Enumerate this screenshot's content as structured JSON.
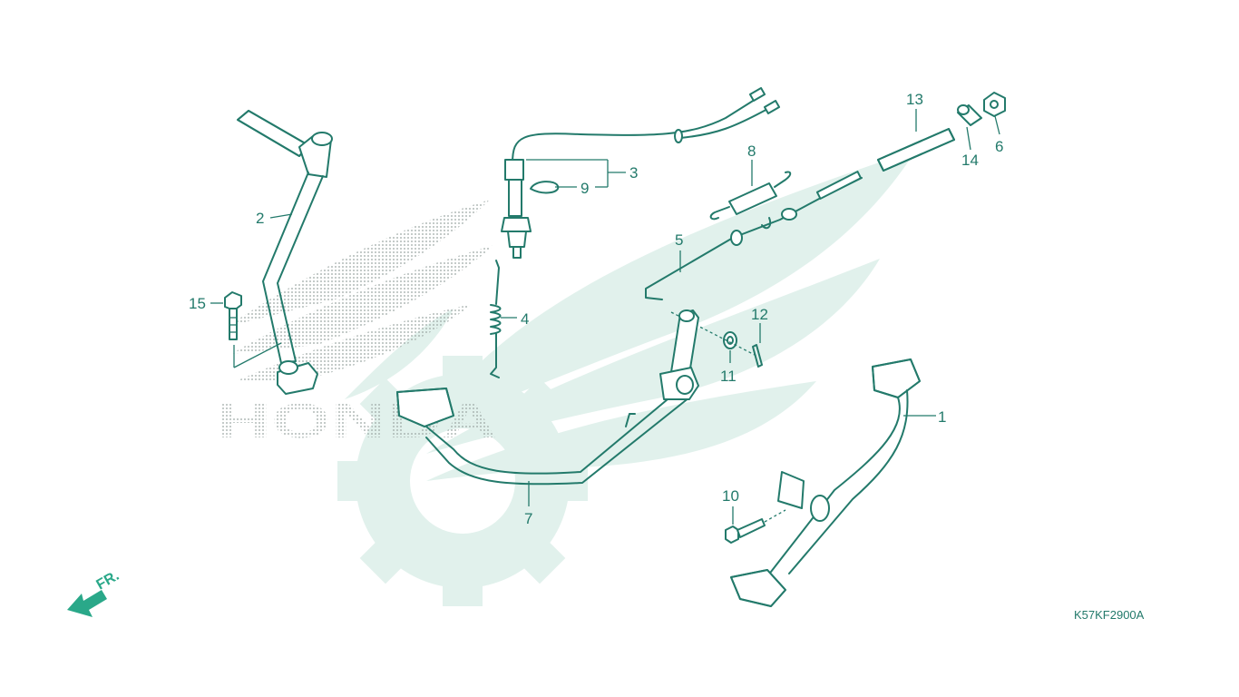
{
  "diagram": {
    "watermark_text": "HONDA",
    "direction_label": "FR.",
    "drawing_code": "K57KF2900A",
    "callouts": [
      {
        "id": "c1",
        "label": "1"
      },
      {
        "id": "c2",
        "label": "2"
      },
      {
        "id": "c3",
        "label": "3"
      },
      {
        "id": "c4",
        "label": "4"
      },
      {
        "id": "c5",
        "label": "5"
      },
      {
        "id": "c6",
        "label": "6"
      },
      {
        "id": "c7",
        "label": "7"
      },
      {
        "id": "c8",
        "label": "8"
      },
      {
        "id": "c9",
        "label": "9"
      },
      {
        "id": "c10",
        "label": "10"
      },
      {
        "id": "c11",
        "label": "11"
      },
      {
        "id": "c12",
        "label": "12"
      },
      {
        "id": "c13",
        "label": "13"
      },
      {
        "id": "c14",
        "label": "14"
      },
      {
        "id": "c15",
        "label": "15"
      }
    ],
    "colors": {
      "line": "#237a6b",
      "watermark": "#e1f1ec",
      "arrow": "#2aa889"
    }
  }
}
